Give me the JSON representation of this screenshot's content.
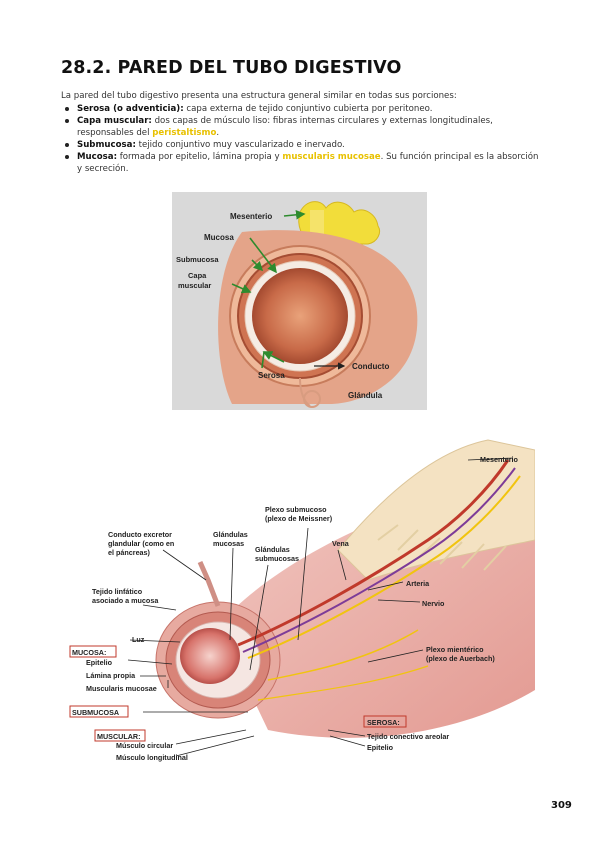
{
  "title": "28.2. PARED DEL TUBO DIGESTIVO",
  "intro": "La pared del tubo digestivo presenta una estructura general similar en todas sus porciones:",
  "bullets": [
    {
      "term": "Serosa (o adventicia):",
      "text": " capa externa de tejido conjuntivo cubierta por peritoneo."
    },
    {
      "term": "Capa muscular:",
      "text": " dos capas de músculo liso: fibras internas circulares y externas longitudinales, responsables del ",
      "highlight": "peristaltismo",
      "after": "."
    },
    {
      "term": "Submucosa:",
      "text": " tejido conjuntivo muy vascularizado e inervado."
    },
    {
      "term": "Mucosa:",
      "text": " formada por epitelio, lámina propia y ",
      "highlight": "muscularis mucosae",
      "after": ". Su función principal es la absorción y secreción."
    }
  ],
  "figure1": {
    "labels": {
      "mesenterio": "Mesenterio",
      "mucosa": "Mucosa",
      "submucosa": "Submucosa",
      "capa": "Capa",
      "muscular": "muscular",
      "serosa": "Serosa",
      "conducto": "Conducto",
      "glandula": "Glándula"
    }
  },
  "figure2": {
    "labels": {
      "mesenterio": "Mesenterio",
      "plexo_sub_1": "Plexo submucoso",
      "plexo_sub_2": "(plexo de Meissner)",
      "conducto_1": "Conducto excretor",
      "conducto_2": "glandular (como en",
      "conducto_3": "el páncreas)",
      "gl_mucosas_1": "Glándulas",
      "gl_mucosas_2": "mucosas",
      "gl_sub_1": "Glándulas",
      "gl_sub_2": "submucosas",
      "vena": "Vena",
      "tejido_linf_1": "Tejido linfático",
      "tejido_linf_2": "asociado a mucosa",
      "arteria": "Arteria",
      "nervio": "Nervio",
      "luz": "Luz",
      "mucosa": "MUCOSA:",
      "epitelio": "Epitelio",
      "lamina": "Lámina propia",
      "muscularis": "Muscularis mucosae",
      "plexo_mien_1": "Plexo mientérico",
      "plexo_mien_2": "(plexo de Auerbach)",
      "submucosa": "SUBMUCOSA",
      "serosa": "SEROSA:",
      "muscular": "MUSCULAR:",
      "tejido_con": "Tejido conectivo areolar",
      "musculo_circ": "Músculo circular",
      "epitelio2": "Epitelio",
      "musculo_long": "Músculo longitudinal"
    }
  },
  "page_number": "309",
  "colors": {
    "highlight": "#e8c100",
    "box": "#c0392b",
    "arrow": "#2e8b2e"
  }
}
